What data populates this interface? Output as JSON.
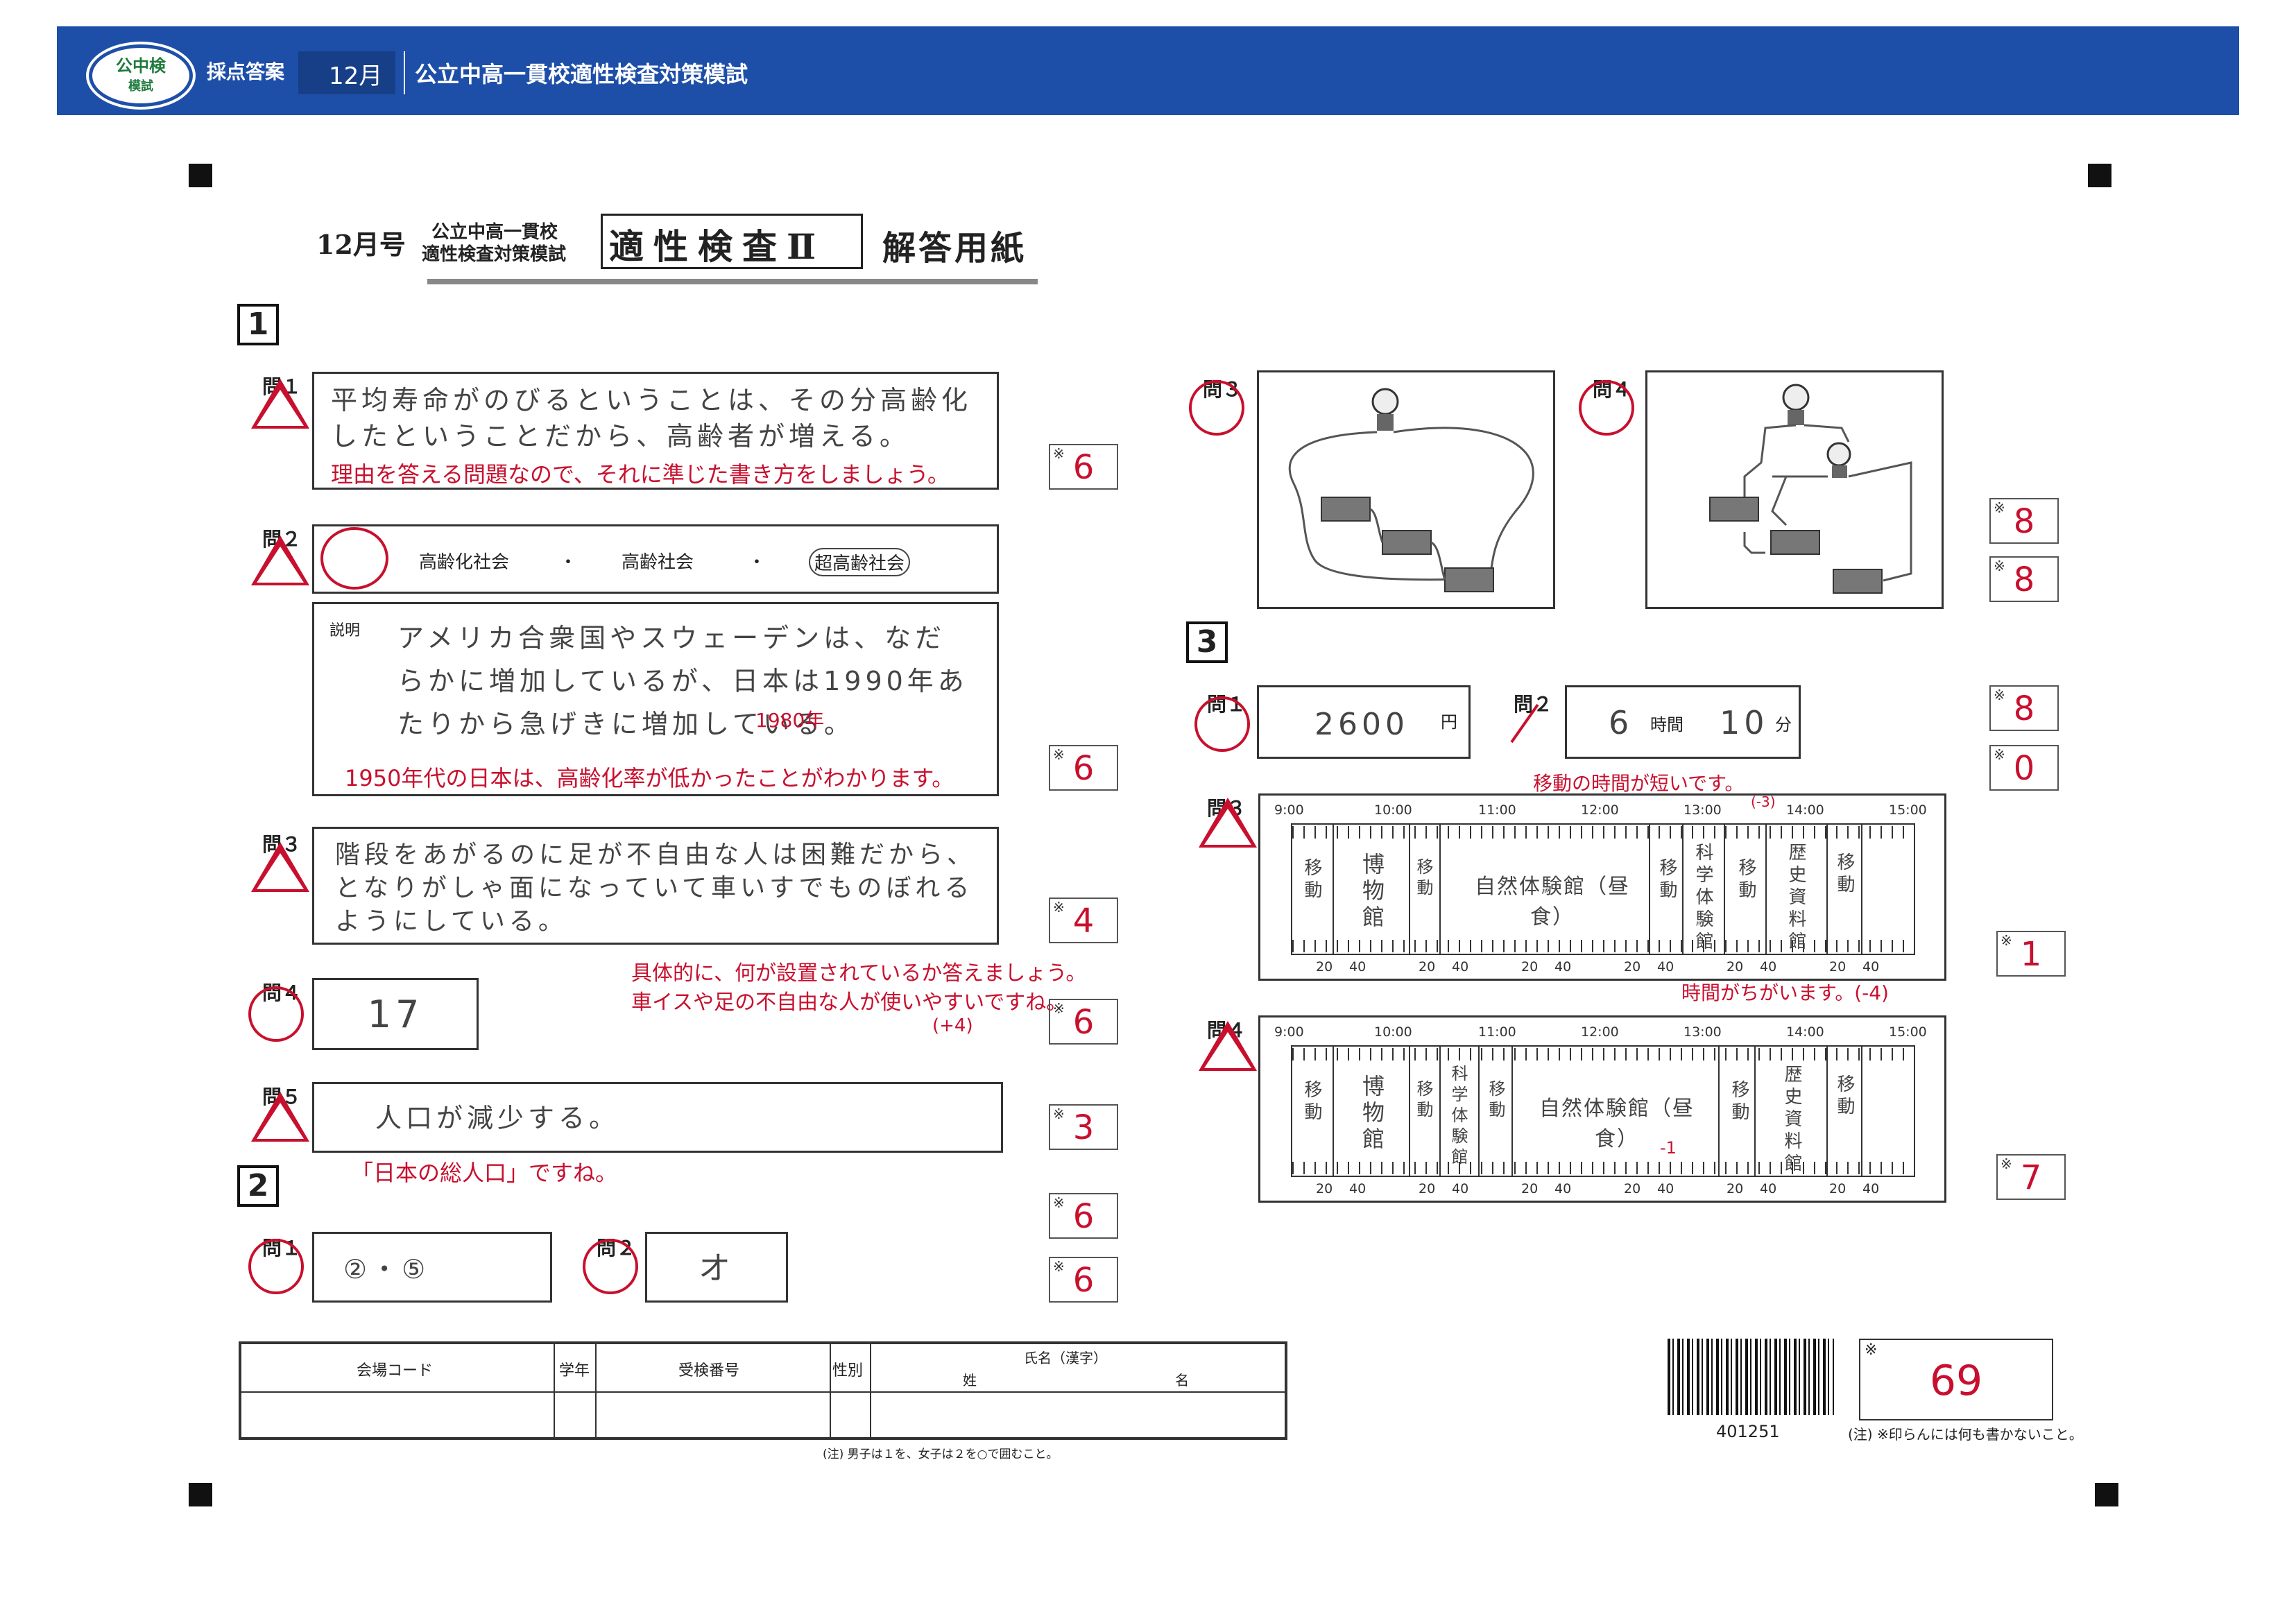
{
  "header": {
    "logo_line1": "公中検",
    "logo_line2": "模試",
    "tag": "採点答案",
    "month": "12月",
    "title": "公立中高一貫校適性検査対策模試"
  },
  "sheet_title": {
    "issue": "12月号",
    "series_line1": "公立中高一貫校",
    "series_line2": "適性検査対策模試",
    "exam": "適性検査Ⅱ",
    "sheet": "解答用紙"
  },
  "section1": {
    "number": "1",
    "q1": {
      "label": "問１",
      "answer": "平均寿命がのびるということは、その分高齢化したということだから、高齢者が増える。",
      "comment": "理由を答える問題なので、それに準じた書き方をしましょう。",
      "score": "6"
    },
    "q2": {
      "label": "問２",
      "options": [
        "高齢化社会",
        "・",
        "高齢社会",
        "・",
        "超高齢社会"
      ],
      "explain_label": "説明",
      "answer": "アメリカ合衆国やスウェーデンは、なだらかに増加しているが、日本は1990年あたりから急げきに増加している。",
      "correction": "1980年",
      "comment": "1950年代の日本は、高齢化率が低かったことがわかります。",
      "score": "6"
    },
    "q3": {
      "label": "問３",
      "answer": "階段をあがるのに足が不自由な人は困難だから、となりがしゃ面になっていて車いすでものぼれるようにしている。",
      "comment1": "具体的に、何が設置されているか答えましょう。",
      "comment2": "車イスや足の不自由な人が使いやすいですね。",
      "comment3": "(+4)",
      "score": "4"
    },
    "q4": {
      "label": "問４",
      "answer": "17",
      "score": "6"
    },
    "q5": {
      "label": "問５",
      "answer": "人口が減少する。",
      "comment": "「日本の総人口」ですね。",
      "score": "3"
    }
  },
  "section2": {
    "number": "2",
    "q1": {
      "label": "問１",
      "answer": "②・⑤",
      "score": "6"
    },
    "q2": {
      "label": "問２",
      "answer": "オ",
      "score": "6"
    }
  },
  "circuits": {
    "q3_label": "問３",
    "q4_label": "問４",
    "q3_score": "8",
    "q4_score": "8"
  },
  "section3": {
    "number": "3",
    "q1": {
      "label": "問１",
      "answer": "2600",
      "unit": "円",
      "score": "8"
    },
    "q2": {
      "label": "問２",
      "hours": "6",
      "hours_unit": "時間",
      "minutes": "10",
      "minutes_unit": "分",
      "score": "0"
    },
    "q3": {
      "label": "問３",
      "times": [
        "9:00",
        "10:00",
        "11:00",
        "12:00",
        "13:00",
        "14:00",
        "15:00"
      ],
      "subticks": [
        "20",
        "40",
        "20",
        "40",
        "20",
        "40",
        "20",
        "40",
        "20",
        "40",
        "20",
        "40"
      ],
      "cells": [
        "移動",
        "博物館",
        "移動",
        "自然体験館（昼食）",
        "移動",
        "科学体験館",
        "移動",
        "歴史資料館",
        "移動"
      ],
      "comment_top": "移動の時間が短いです。",
      "comment_top_pts": "(-3)",
      "comment_bottom": "時間がちがいます。(-4)",
      "score": "1"
    },
    "q4": {
      "label": "問４",
      "times": [
        "9:00",
        "10:00",
        "11:00",
        "12:00",
        "13:00",
        "14:00",
        "15:00"
      ],
      "subticks": [
        "20",
        "40",
        "20",
        "40",
        "20",
        "40",
        "20",
        "40",
        "20",
        "40",
        "20",
        "40"
      ],
      "cells": [
        "移動",
        "博物館",
        "移動",
        "科学体験館",
        "移動",
        "自然体験館（昼食）",
        "移動",
        "歴史資料館",
        "移動"
      ],
      "comment": "-1",
      "score": "7"
    }
  },
  "footer": {
    "venue": "会場コード",
    "grade": "学年",
    "exam_no": "受検番号",
    "sex": "性別",
    "name": "氏名（漢字）",
    "family": "姓",
    "given": "名",
    "note_sex": "(注) 男子は１を、女子は２を○で囲むこと。",
    "barcode_no": "401251",
    "total_score": "69",
    "note_mark": "(注) ※印らんには何も書かないこと。",
    "ast": "※"
  },
  "colors": {
    "header_blue": "#1e4fa8",
    "red_ink": "#c8102e"
  }
}
